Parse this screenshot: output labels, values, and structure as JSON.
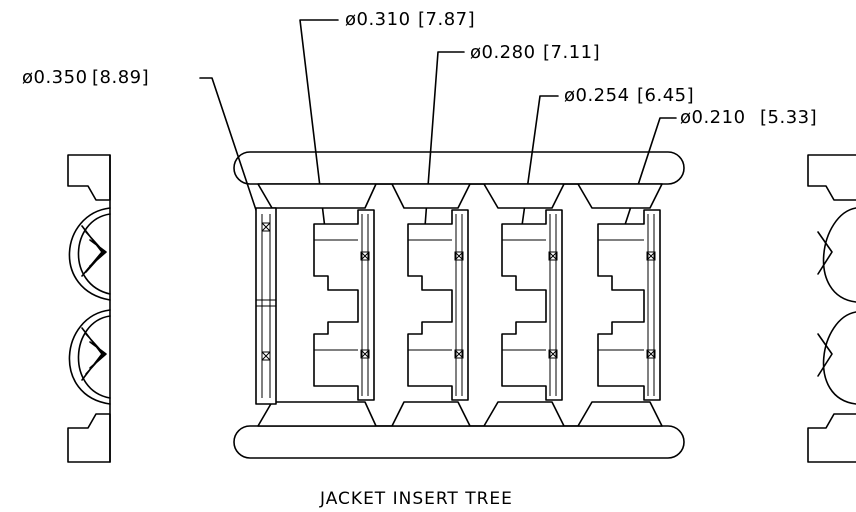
{
  "caption": "JACKET INSERT TREE",
  "callouts": [
    {
      "diameter": "ø0.350",
      "metric": "[8.89]"
    },
    {
      "diameter": "ø0.310",
      "metric": "[7.87]"
    },
    {
      "diameter": "ø0.280",
      "metric": "[7.11]"
    },
    {
      "diameter": "ø0.254",
      "metric": "[6.45]"
    },
    {
      "diameter": "ø0.210",
      "metric": "[5.33]"
    }
  ]
}
